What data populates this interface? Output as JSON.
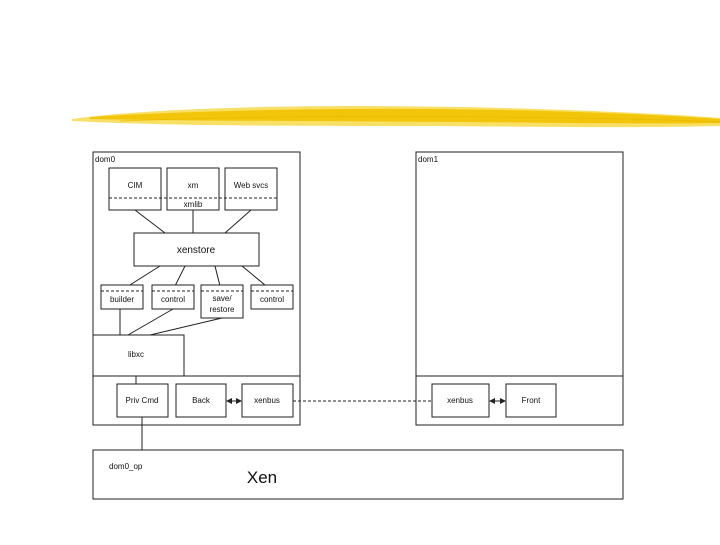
{
  "colors": {
    "brush_stroke": "#f2c200",
    "brush_light": "#f7d94a",
    "line": "#222222"
  },
  "diagram": {
    "dom0": {
      "label": "dom0",
      "top_boxes": [
        "CIM",
        "xm",
        "Web svcs"
      ],
      "xmlib": "xmlib",
      "xenstore": "xenstore",
      "mid_boxes": [
        "builder",
        "control",
        "save/",
        "restore",
        "control"
      ],
      "libxc": "libxc",
      "priv_cmd": "Priv Cmd",
      "back": "Back",
      "xenbus": "xenbus"
    },
    "dom1": {
      "label": "dom1",
      "xenbus": "xenbus",
      "front": "Front"
    },
    "xen": {
      "dom0_op": "dom0_op",
      "title": "Xen"
    }
  }
}
